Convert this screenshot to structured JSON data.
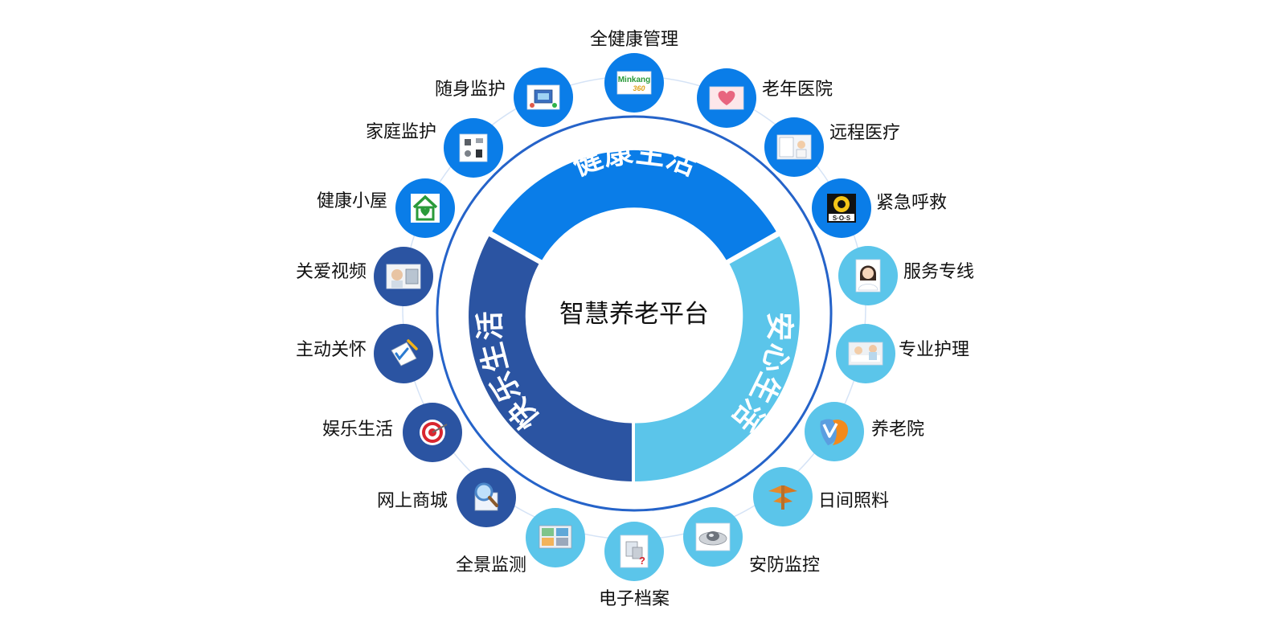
{
  "center": {
    "title": "智慧养老平台"
  },
  "segments": [
    {
      "label": "健康生活",
      "color": "#0a7de8"
    },
    {
      "label": "安心生活",
      "color": "#5bc5ea"
    },
    {
      "label": "快乐生活",
      "color": "#2b54a2"
    }
  ],
  "colors": {
    "health": "#0a7de8",
    "safe": "#5bc5ea",
    "happy": "#2b54a2",
    "outer_ring": "#2563c9",
    "orbit": "#d5e3f6"
  },
  "nodes": [
    {
      "label": "全健康管理",
      "group": "health",
      "icon": "minkang-logo-icon",
      "icon_text": "Minkang",
      "icon_subtext": "360"
    },
    {
      "label": "老年医院",
      "group": "health",
      "icon": "heart-icon"
    },
    {
      "label": "远程医疗",
      "group": "health",
      "icon": "telemedicine-screen-icon"
    },
    {
      "label": "紧急呼救",
      "group": "health",
      "icon": "sos-icon",
      "icon_text": "S·O·S"
    },
    {
      "label": "服务专线",
      "group": "safe",
      "icon": "operator-icon"
    },
    {
      "label": "专业护理",
      "group": "safe",
      "icon": "nursing-icon"
    },
    {
      "label": "养老院",
      "group": "safe",
      "icon": "shield-logo-icon"
    },
    {
      "label": "日间照料",
      "group": "safe",
      "icon": "signpost-icon"
    },
    {
      "label": "安防监控",
      "group": "safe",
      "icon": "security-camera-icon"
    },
    {
      "label": "电子档案",
      "group": "safe",
      "icon": "document-question-icon"
    },
    {
      "label": "全景监测",
      "group": "safe",
      "icon": "panorama-screen-icon"
    },
    {
      "label": "网上商城",
      "group": "happy",
      "icon": "magnifier-icon"
    },
    {
      "label": "娱乐生活",
      "group": "happy",
      "icon": "target-icon"
    },
    {
      "label": "主动关怀",
      "group": "happy",
      "icon": "checklist-icon"
    },
    {
      "label": "关爱视频",
      "group": "happy",
      "icon": "video-call-icon"
    },
    {
      "label": "健康小屋",
      "group": "health",
      "icon": "health-house-icon"
    },
    {
      "label": "家庭监护",
      "group": "health",
      "icon": "home-devices-icon"
    },
    {
      "label": "随身监护",
      "group": "health",
      "icon": "wearable-device-icon"
    }
  ]
}
